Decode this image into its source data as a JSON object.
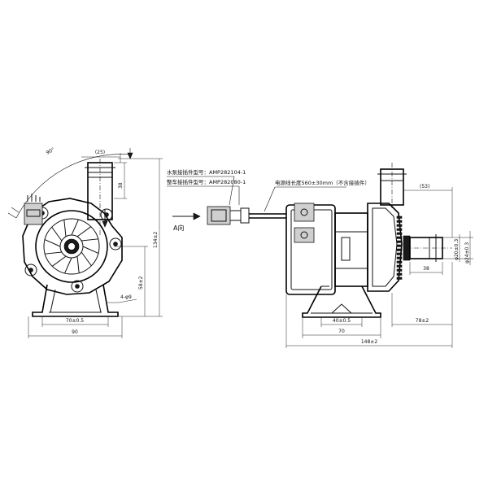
{
  "labels": {
    "angle_90": "90°",
    "dim_25": "(25)",
    "dim_38_top": "38",
    "dim_134": "134±2",
    "dim_58": "58±2",
    "dim_4_phi9": "4-φ9",
    "dim_70": "70±0.5",
    "dim_90": "90",
    "view_a": "A向",
    "pump_connector": "水泵接插件型号：AMP282104-1",
    "vehicle_connector": "整车接插件型号：AMP282080-1",
    "cable_length": "电源线长度560±30mm（不含接插件）",
    "dim_53": "(53)",
    "dim_phi20": "φ20±0.3",
    "dim_phi24": "φ24±0.3",
    "dim_38_side": "38",
    "dim_40": "40±0.5",
    "dim_70_side": "70",
    "dim_78": "78±2",
    "dim_148": "148±2"
  }
}
